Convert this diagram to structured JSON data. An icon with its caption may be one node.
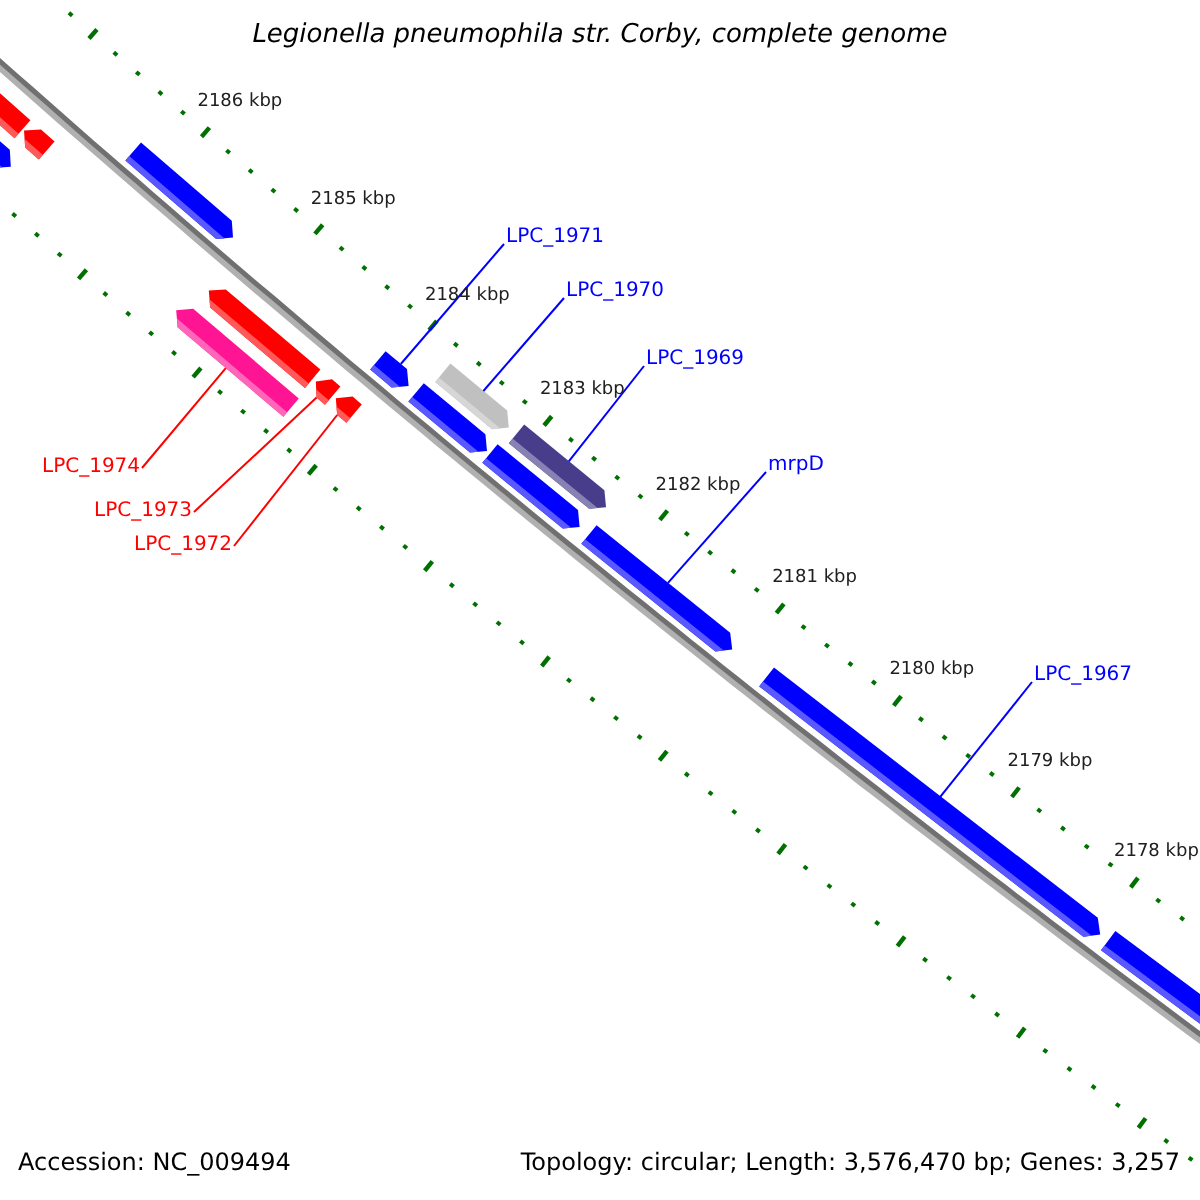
{
  "diagram": {
    "title": "Legionella pneumophila str. Corby, complete genome",
    "nodes": [
      {
        "text": [],
        "shape": "bar"
      },
      {
        "text": [],
        "shape": "bar"
      },
      {
        "text": [],
        "shape": "bar"
      },
      {
        "text": [],
        "shape": "bar"
      },
      {
        "text": [],
        "shape": "bar"
      },
      {
        "text": [],
        "shape": "bar"
      },
      {
        "text": [],
        "shape": "bar"
      },
      {
        "text": [],
        "shape": "bar"
      },
      {
        "text": [],
        "shape": "bar"
      },
      {
        "text": [],
        "shape": "bar"
      },
      {
        "text": [],
        "shape": "bar"
      },
      {
        "text": [],
        "shape": "bar"
      },
      {
        "text": [],
        "shape": "bar"
      },
      {
        "text": [],
        "shape": "bar"
      },
      {
        "text": [],
        "shape": "bar"
      },
      {
        "text": [],
        "shape": "bar"
      },
      {
        "text": [
          "LPC_1971"
        ]
      },
      {
        "text": [
          "LPC_1970"
        ]
      },
      {
        "text": [
          "LPC_1969"
        ]
      },
      {
        "text": [
          "LPC_1974"
        ]
      },
      {
        "text": [
          "LPC_1973"
        ]
      },
      {
        "text": [
          "LPC_1972"
        ]
      },
      {
        "text": [
          "mrpD"
        ]
      },
      {
        "text": [
          "LPC_1967"
        ]
      }
    ],
    "edges": [
      {
        "from": 16,
        "to": 8,
        "arrow": "none"
      },
      {
        "from": 17,
        "to": 9,
        "arrow": "none"
      },
      {
        "from": 18,
        "to": 11,
        "arrow": "none"
      },
      {
        "from": 19,
        "to": 4,
        "arrow": "none",
        "color": "#ff0000"
      },
      {
        "from": 20,
        "to": 6,
        "arrow": "none",
        "color": "#ff0000"
      },
      {
        "from": 21,
        "to": 7,
        "arrow": "none",
        "color": "#ff0000"
      },
      {
        "from": 22,
        "to": 13,
        "arrow": "none"
      },
      {
        "from": 23,
        "to": 14,
        "arrow": "none"
      }
    ],
    "labels": [
      "2186 kbp",
      "2185 kbp",
      "2184 kbp",
      "2183 kbp",
      "2182 kbp",
      "2181 kbp",
      "2180 kbp",
      "2179 kbp",
      "2178 kbp",
      "Accession: NC_009494",
      "Topology: circular; Length: 3,576,470 bp; Genes: 3,257"
    ]
  }
}
